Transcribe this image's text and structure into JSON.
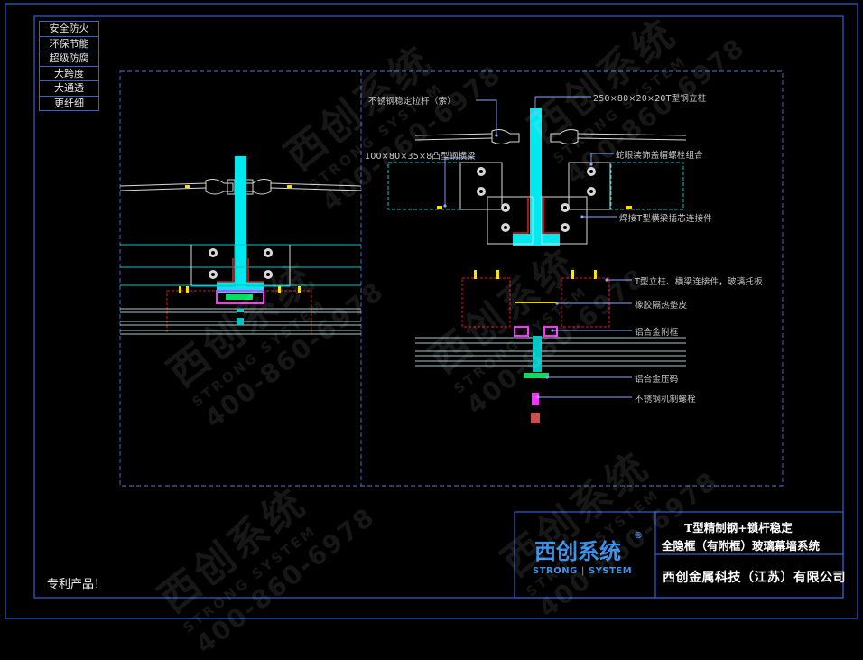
{
  "sidebar": {
    "items": [
      {
        "label": "安全防火"
      },
      {
        "label": "环保节能"
      },
      {
        "label": "超级防腐"
      },
      {
        "label": "大跨度"
      },
      {
        "label": "大通透"
      },
      {
        "label": "更纤细"
      }
    ]
  },
  "callouts": {
    "rod": "不锈钢稳定拉杆（索）",
    "tsteel": "250×80×20×20T型钢立柱",
    "beam": "100×80×35×8凸型钢横梁",
    "bolt_combo": "蛇眼装饰盖帽螺栓组合",
    "connector": "焊接T型横梁插芯连接件",
    "tbracket": "T型立柱、横梁连接件，玻璃托板",
    "rubber": "橡胶隔热垫皮",
    "frame": "铝合金附框",
    "pressure": "铝合金压码",
    "screw": "不锈钢机制螺栓"
  },
  "title_block": {
    "line1": "T型精制钢+锁杆稳定",
    "line2": "全隐框（有附框）玻璃幕墙系统",
    "company": "西创金属科技（江苏）有限公司",
    "brand_cn": "西创系统",
    "brand_en": "STRONG | SYSTEM",
    "registered": "®"
  },
  "footer": {
    "patent": "专利产品！"
  },
  "watermark": {
    "cn": "西创系统",
    "en": "STRONG SYSTEM",
    "phone": "400-860-6978"
  },
  "colors": {
    "background": "#000000",
    "frame_line": "#2f5fd8",
    "steel": "#00e8f0",
    "red_detail": "#e01818",
    "magenta": "#ff30ff",
    "callout_line": "#8aa8ff",
    "brand": "#3a8fe8"
  }
}
